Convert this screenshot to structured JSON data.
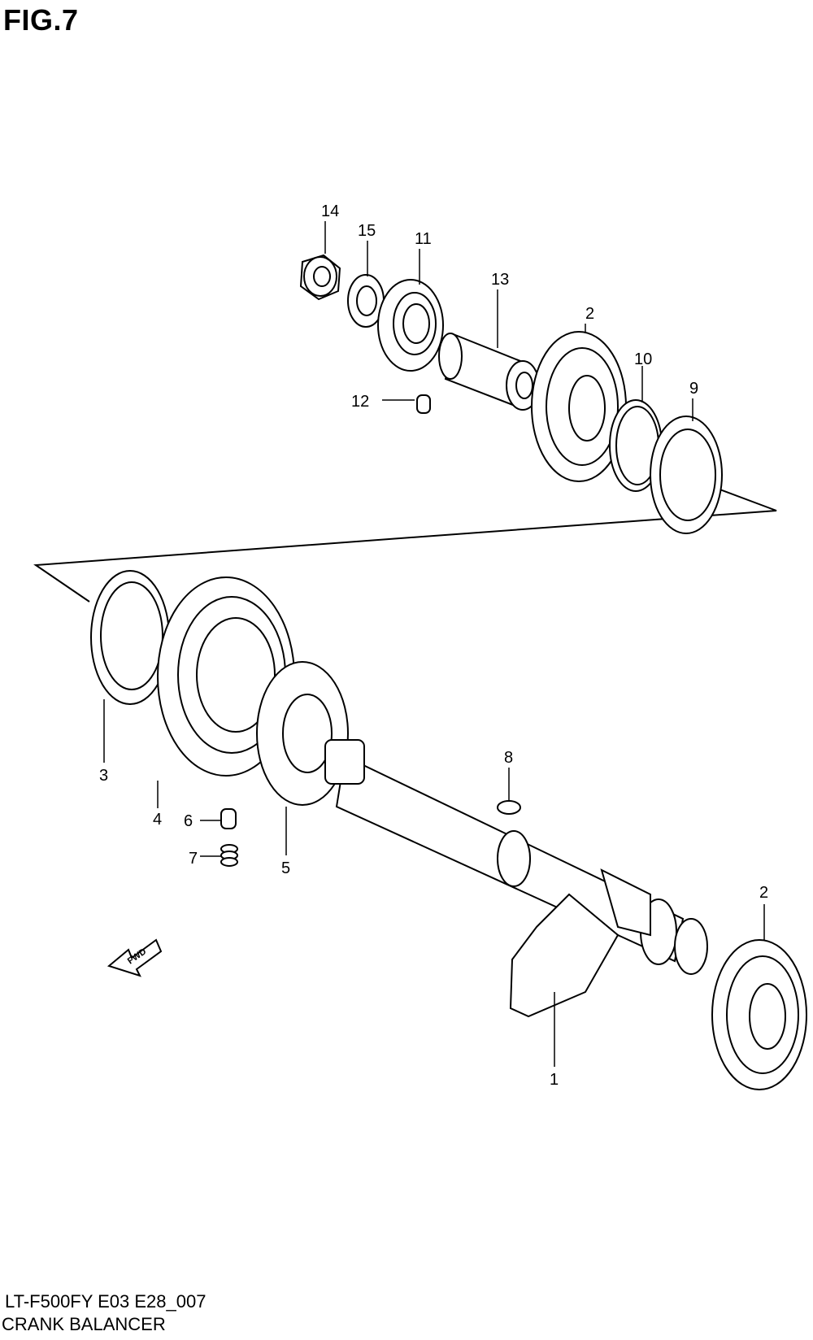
{
  "figure": {
    "title": "FIG.7"
  },
  "footer": {
    "model_code": "LT-F500FY E03 E28_007",
    "caption": "CRANK BALANCER"
  },
  "direction_arrow": {
    "label": "FWD",
    "icon": "fwd-arrow-icon"
  },
  "callouts": {
    "c14": "14",
    "c15": "15",
    "c11": "11",
    "c13": "13",
    "c2a": "2",
    "c10": "10",
    "c9": "9",
    "c12": "12",
    "c8": "8",
    "c3": "3",
    "c4": "4",
    "c6": "6",
    "c7": "7",
    "c5": "5",
    "c2b": "2",
    "c1": "1"
  }
}
